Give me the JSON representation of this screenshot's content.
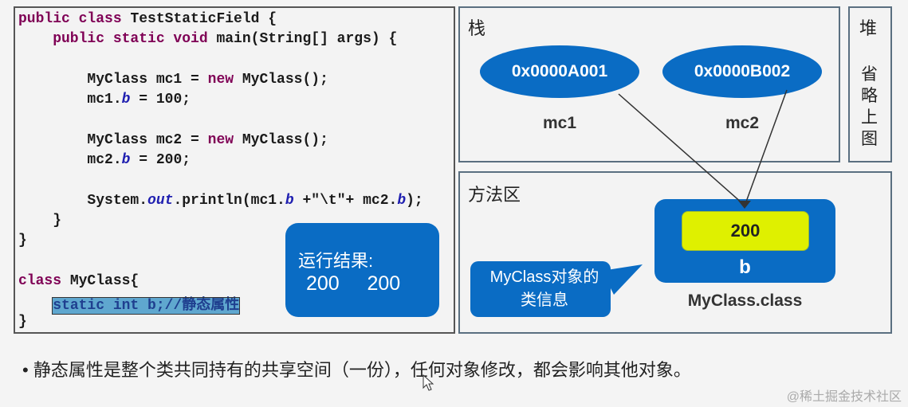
{
  "code": {
    "lines": [
      [
        [
          "public class ",
          "kw"
        ],
        [
          "TestStaticField {",
          ""
        ]
      ],
      [
        [
          "    public static void ",
          "kw"
        ],
        [
          "main(String[] args) {",
          ""
        ]
      ],
      [],
      [
        [
          "        MyClass mc1 = ",
          ""
        ],
        [
          "new",
          "kw"
        ],
        [
          " MyClass();",
          ""
        ]
      ],
      [
        [
          "        mc1.",
          ""
        ],
        [
          "b",
          "fld"
        ],
        [
          " = 100;",
          ""
        ]
      ],
      [],
      [
        [
          "        MyClass mc2 = ",
          ""
        ],
        [
          "new",
          "kw"
        ],
        [
          " MyClass();",
          ""
        ]
      ],
      [
        [
          "        mc2.",
          ""
        ],
        [
          "b",
          "fld"
        ],
        [
          " = 200;",
          ""
        ]
      ],
      [],
      [
        [
          "        System.",
          ""
        ],
        [
          "out",
          "fld"
        ],
        [
          ".println(mc1.",
          ""
        ],
        [
          "b",
          "fld"
        ],
        [
          " +\"\\t\"+ mc2.",
          ""
        ],
        [
          "b",
          "fld"
        ],
        [
          ");",
          ""
        ]
      ],
      [
        [
          "    }",
          ""
        ]
      ],
      [
        [
          "}",
          ""
        ]
      ],
      [],
      [
        [
          "class ",
          "kw"
        ],
        [
          "MyClass{",
          ""
        ]
      ],
      [
        [
          "    ",
          ""
        ],
        [
          "static int b;//静态属性",
          "hl"
        ]
      ],
      [
        [
          "}",
          ""
        ]
      ]
    ]
  },
  "result": {
    "title": "运行结果:",
    "values": "200     200"
  },
  "stack": {
    "title": "栈",
    "refs": [
      {
        "address": "0x0000A001",
        "name": "mc1"
      },
      {
        "address": "0x0000B002",
        "name": "mc2"
      }
    ]
  },
  "heap": {
    "title": "堆",
    "note": "省略上图"
  },
  "method_area": {
    "title": "方法区",
    "field_value": "200",
    "field_name": "b",
    "class_name": "MyClass.class",
    "callout": "MyClass对象的类信息"
  },
  "bullet": "静态属性是整个类共同持有的共享空间（一份），任何对象修改，都会影响其他对象。",
  "watermark": "@稀土掘金技术社区"
}
